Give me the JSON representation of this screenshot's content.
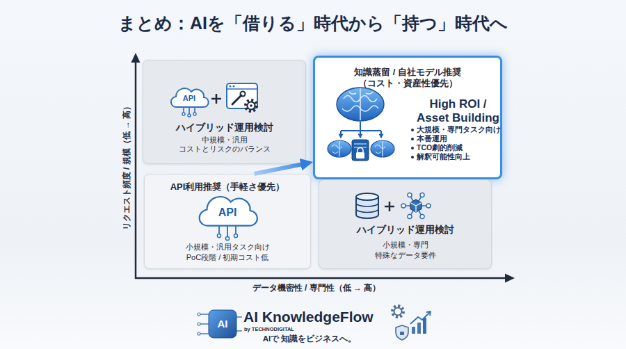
{
  "diagram": {
    "title": "まとめ：AIを「借りる」時代から「持つ」時代へ",
    "nodes": [
      {
        "text": [
          "ハイブリッド運用検討",
          "中規模・汎用",
          "コストとリスクのバランス"
        ]
      },
      {
        "text": [
          "知識蒸留 / 自社モデル推奨",
          "（コスト・資産性優先）",
          "High ROI / Asset Building",
          "大規模・専門タスク向け",
          "本番運用",
          "TCO劇的削減",
          "解釈可能性向上"
        ]
      },
      {
        "text": [
          "API利用推奨（手軽さ優先）",
          "小規模・汎用タスク向け",
          "PoC段階 / 初期コスト低"
        ]
      },
      {
        "text": [
          "ハイブリッド運用検討",
          "小規模・専門",
          "特殊なデータ要件"
        ]
      }
    ],
    "edges": [
      {
        "from": 2,
        "to": 1,
        "arrow": "to"
      }
    ],
    "labels": [
      "リクエスト頻度 / 規模（低 → 高）",
      "データ機密性 / 専門性（低 → 高）",
      "API",
      "API",
      "AI",
      "AI KnowledgeFlow",
      "by TECHNODIGITAL",
      "AIで 知識をビジネスへ。"
    ]
  }
}
